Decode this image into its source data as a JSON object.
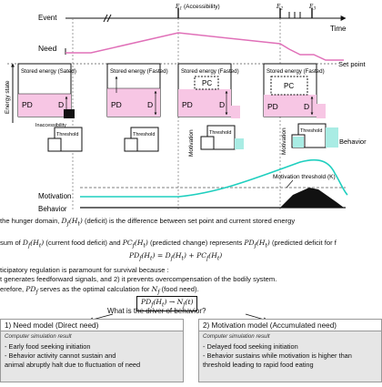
{
  "timeline": {
    "event_label": "Event",
    "accessibility_label": "(Accessibility)",
    "time_label": "Time",
    "need_label": "Need",
    "set_point_label": "Set point",
    "energy_state_label": "Energy state",
    "motivation_label": "Motivation",
    "behavior_label": "Behavior",
    "behavior_legend": "Behavior",
    "motivation_threshold_label": "Motivation threshold (K)"
  },
  "panels": [
    {
      "title": "Stored energy (Sated)",
      "pd": "PD",
      "d": "D",
      "pc": "",
      "inaccessibility": "Inaccessibility",
      "threshold": "Threshold",
      "motivation": ""
    },
    {
      "title": "Stored energy (Fasted)",
      "pd": "PD",
      "d": "D",
      "pc": "",
      "inaccessibility": "",
      "threshold": "Threshold",
      "motivation": ""
    },
    {
      "title": "Stored energy (Fasted)",
      "pd": "PD",
      "d": "D",
      "pc": "PC",
      "inaccessibility": "",
      "threshold": "Threshold",
      "motivation": "Motivation"
    },
    {
      "title": "Stored energy (Fasted)",
      "pd": "PD",
      "d": "D",
      "pc": "PC",
      "inaccessibility": "",
      "threshold": "Threshold",
      "motivation": "Motivation"
    }
  ],
  "text": {
    "line1": "the hunger domain, D_f(H_t) (deficit) is the difference between set point and current stored energy",
    "line2": "sum of D_f(H_t) (current food deficit) and PC_f(H_t) (predicted change) represents PD_f(H_t) (predicted deficit for f",
    "eq1": "PD_f(H_t) = D_f(H_t) + PC_f(H_t)",
    "line3": "ticipatory regulation is paramount for survival because :",
    "line4": "t generates feedforward signals, and 2) it prevents overcompensation of the bodily system.",
    "line5": "erefore, PD_f serves as the optimal calculation for N_f (food need).",
    "eq2": "PD_f(H_t) → N_f(t)",
    "question": "What is the driver of behavior?"
  },
  "model1": {
    "title": "1) Need model (Direct need)",
    "note": "Computer simulation result",
    "items": [
      "- Early food seeking initiation",
      "- Behavior activity cannot sustain and",
      "animal abruptly halt due to fluctuation of need"
    ]
  },
  "model2": {
    "title": "2) Motivation model (Accumulated need)",
    "note": "Computer simulation result",
    "items": [
      "- Delayed food seeking initiation",
      "- Behavior sustains while motivation is higher than",
      "threshold leading to rapid food eating"
    ]
  },
  "colors": {
    "need": "#e070b8",
    "pink_fill": "#f7c6e4",
    "motivation": "#1fcfbf",
    "cyan_fill": "#a9ece4",
    "panel_bg": "#e6e6e6"
  }
}
